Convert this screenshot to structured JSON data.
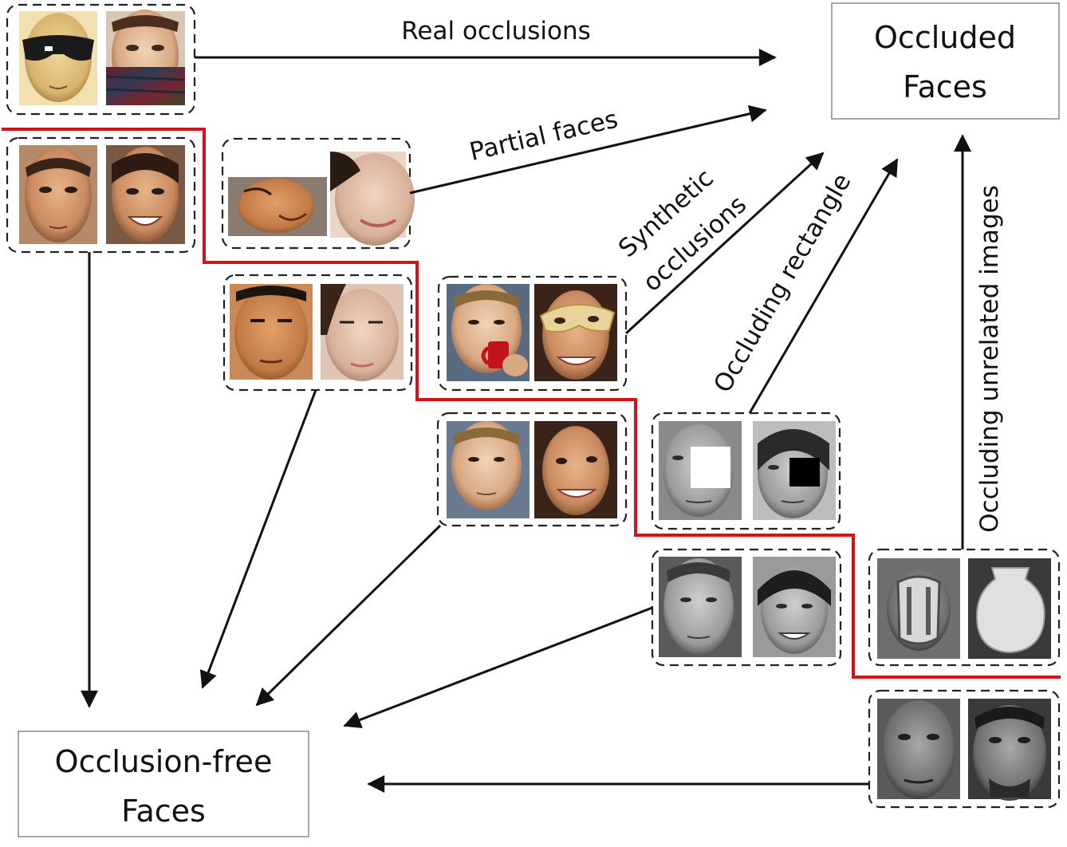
{
  "nodes": {
    "occluded": {
      "line1": "Occluded",
      "line2": "Faces"
    },
    "occlusion_free": {
      "line1": "Occlusion-free",
      "line2": "Faces"
    }
  },
  "edge_labels": {
    "real_occlusions": "Real occlusions",
    "partial_faces": "Partial faces",
    "synthetic_line1": "Synthetic",
    "synthetic_line2": "occlusions",
    "occluding_rectangle": "Occluding rectangle",
    "occluding_unrelated": "Occluding  unrelated images"
  },
  "colors": {
    "separator": "#d0141a",
    "arrow": "#111111",
    "box_border": "#8a8a8a",
    "dashed_border": "#222222"
  }
}
